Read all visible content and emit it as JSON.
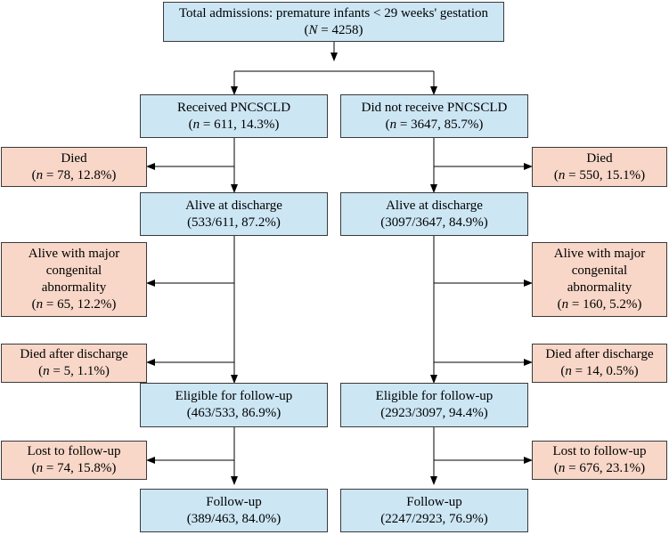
{
  "top": {
    "line1": "Total admissions: premature infants < 29 weeks' gestation",
    "n_symbol": "N",
    "n_rest": " = 4258)"
  },
  "left": {
    "group": {
      "title": "Received PNCSCLD",
      "n_rest": " = 611, 14.3%)"
    },
    "died": {
      "title": "Died",
      "n_rest": " = 78, 12.8%)"
    },
    "alive": {
      "title": "Alive at discharge",
      "detail": "(533/611, 87.2%)"
    },
    "anomaly": {
      "line1": "Alive with major",
      "line2": "congenital",
      "line3": "abnormality",
      "n_rest": " = 65, 12.2%)"
    },
    "died_after": {
      "title": "Died after discharge",
      "n_rest": " = 5, 1.1%)"
    },
    "eligible": {
      "title": "Eligible for follow-up",
      "detail": "(463/533, 86.9%)"
    },
    "lost": {
      "title": "Lost to follow-up",
      "n_rest": " = 74, 15.8%)"
    },
    "followup": {
      "title": "Follow-up",
      "detail": "(389/463, 84.0%)"
    }
  },
  "right": {
    "group": {
      "title": "Did not receive PNCSCLD",
      "n_rest": " = 3647, 85.7%)"
    },
    "died": {
      "title": "Died",
      "n_rest": " = 550, 15.1%)"
    },
    "alive": {
      "title": "Alive at discharge",
      "detail": "(3097/3647, 84.9%)"
    },
    "anomaly": {
      "line1": "Alive with major",
      "line2": "congenital",
      "line3": "abnormality",
      "n_rest": " = 160, 5.2%)"
    },
    "died_after": {
      "title": "Died after discharge",
      "n_rest": " = 14, 0.5%)"
    },
    "eligible": {
      "title": "Eligible for follow-up",
      "detail": "(2923/3097, 94.4%)"
    },
    "lost": {
      "title": "Lost to follow-up",
      "n_rest": " = 676, 23.1%)"
    },
    "followup": {
      "title": "Follow-up",
      "detail": "(2247/2923, 76.9%)"
    }
  },
  "n_symbol_small": "n",
  "colors": {
    "main_box": "#cce6f4",
    "exclusion_box": "#f8d7c8",
    "line": "#000000"
  }
}
